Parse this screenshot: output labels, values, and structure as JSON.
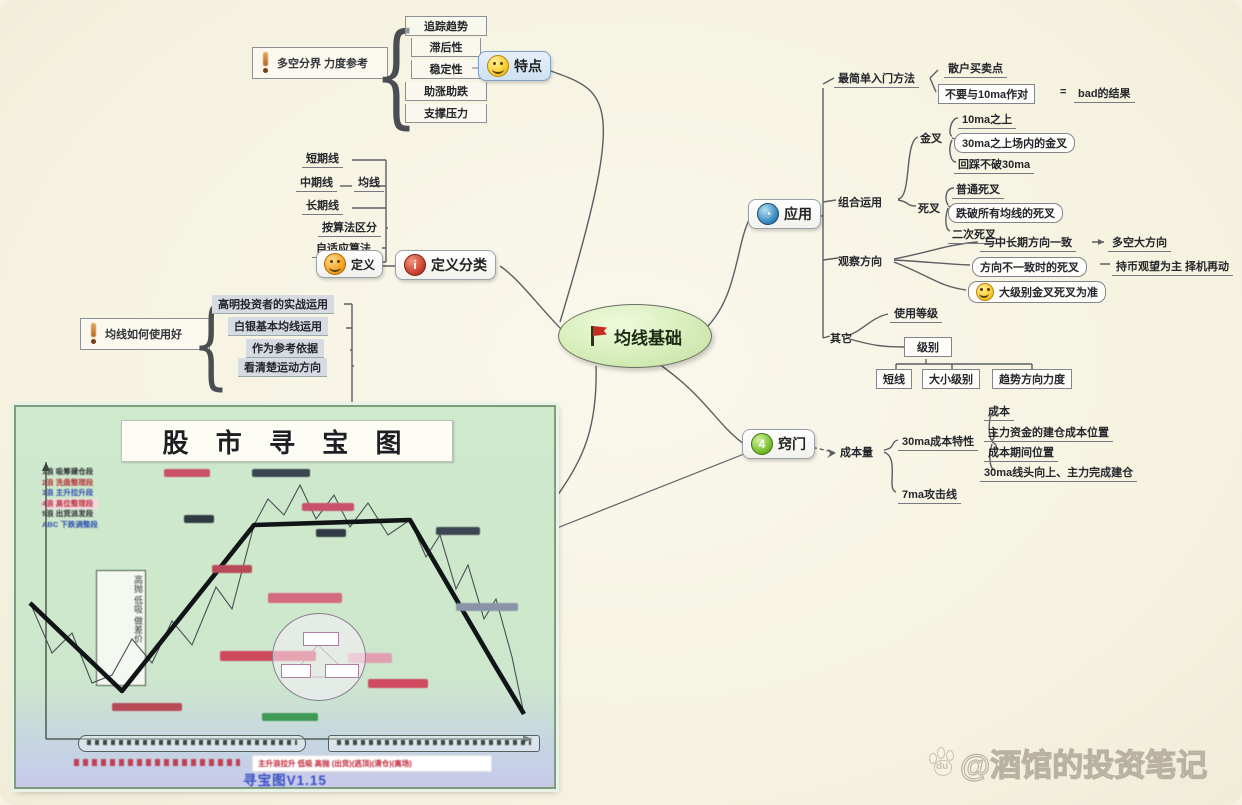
{
  "central": {
    "label": "均线基础"
  },
  "features": {
    "label": "特点",
    "callout": "多空分界 力度参考",
    "items": [
      "追踪趋势",
      "滞后性",
      "稳定性",
      "助涨助跌",
      "支撑压力"
    ]
  },
  "definition": {
    "label": "定义分类",
    "def_label": "定义",
    "period_items": [
      "短期线",
      "中期线",
      "长期线"
    ],
    "merge": "均线",
    "algo_items": [
      "按算法区分",
      "自适应算法"
    ]
  },
  "usage": {
    "callout": "均线如何使用好",
    "items": [
      "高明投资者的实战运用",
      "白银基本均线运用",
      "作为参考依据",
      "看清楚运动方向"
    ]
  },
  "application": {
    "label": "应用",
    "entry": {
      "label": "最简单入门方法",
      "item": "散户买卖点",
      "rule": "不要与10ma作对",
      "equals": "=",
      "rule_result": "bad的结果"
    },
    "combo": {
      "label": "组合运用",
      "golden": {
        "label": "金叉",
        "items": [
          "10ma之上",
          "30ma之上场内的金叉",
          "回踩不破30ma"
        ]
      },
      "death": {
        "label": "死叉",
        "items": [
          "普通死叉",
          "跌破所有均线的死叉",
          "二次死叉"
        ]
      }
    },
    "direction": {
      "label": "观察方向",
      "row1": "与中长期方向一致",
      "row1_result": "多空大方向",
      "row2": "方向不一致时的死叉",
      "row2_result": "持币观望为主  择机再动",
      "row3": "大级别金叉死叉为准"
    },
    "other": {
      "label": "其它",
      "item": "使用等级",
      "box": "级别",
      "children": [
        "短线",
        "大小级别",
        "趋势方向力度"
      ]
    }
  },
  "tips": {
    "label": "窍门",
    "cost": "成本量",
    "main": "30ma成本特性",
    "items": [
      "成本",
      "主力资金的建仓成本位置",
      "成本期间位置",
      "30ma线头向上、主力完成建仓"
    ],
    "second": "7ma攻击线"
  },
  "map": {
    "title": "股 市 寻 宝 图",
    "legend": [
      "1浪 吸筹建仓段",
      "2浪 洗盘整理段",
      "3浪 主升拉升段",
      "4浪 高位整理段",
      "5浪 出货派发段",
      "ABC 下跌调整段"
    ],
    "side_note": "高抛 低吸 做差价",
    "strip": "主升浪拉升 低吸 高抛 (出货)(逃顶)(清仓)(离场)",
    "footer": "寻宝图V1.15"
  },
  "watermark": {
    "handle": "@酒馆的投资笔记",
    "logo": "du"
  },
  "colors": {
    "central_fill": "#cde8ae",
    "feature_node_fill": "#cfe0f2",
    "map_bg": "#cfe9cd",
    "map_footer_blue": "#3a50c4",
    "highlight_gray": "#d6dae3",
    "red_text": "#c2273a"
  }
}
